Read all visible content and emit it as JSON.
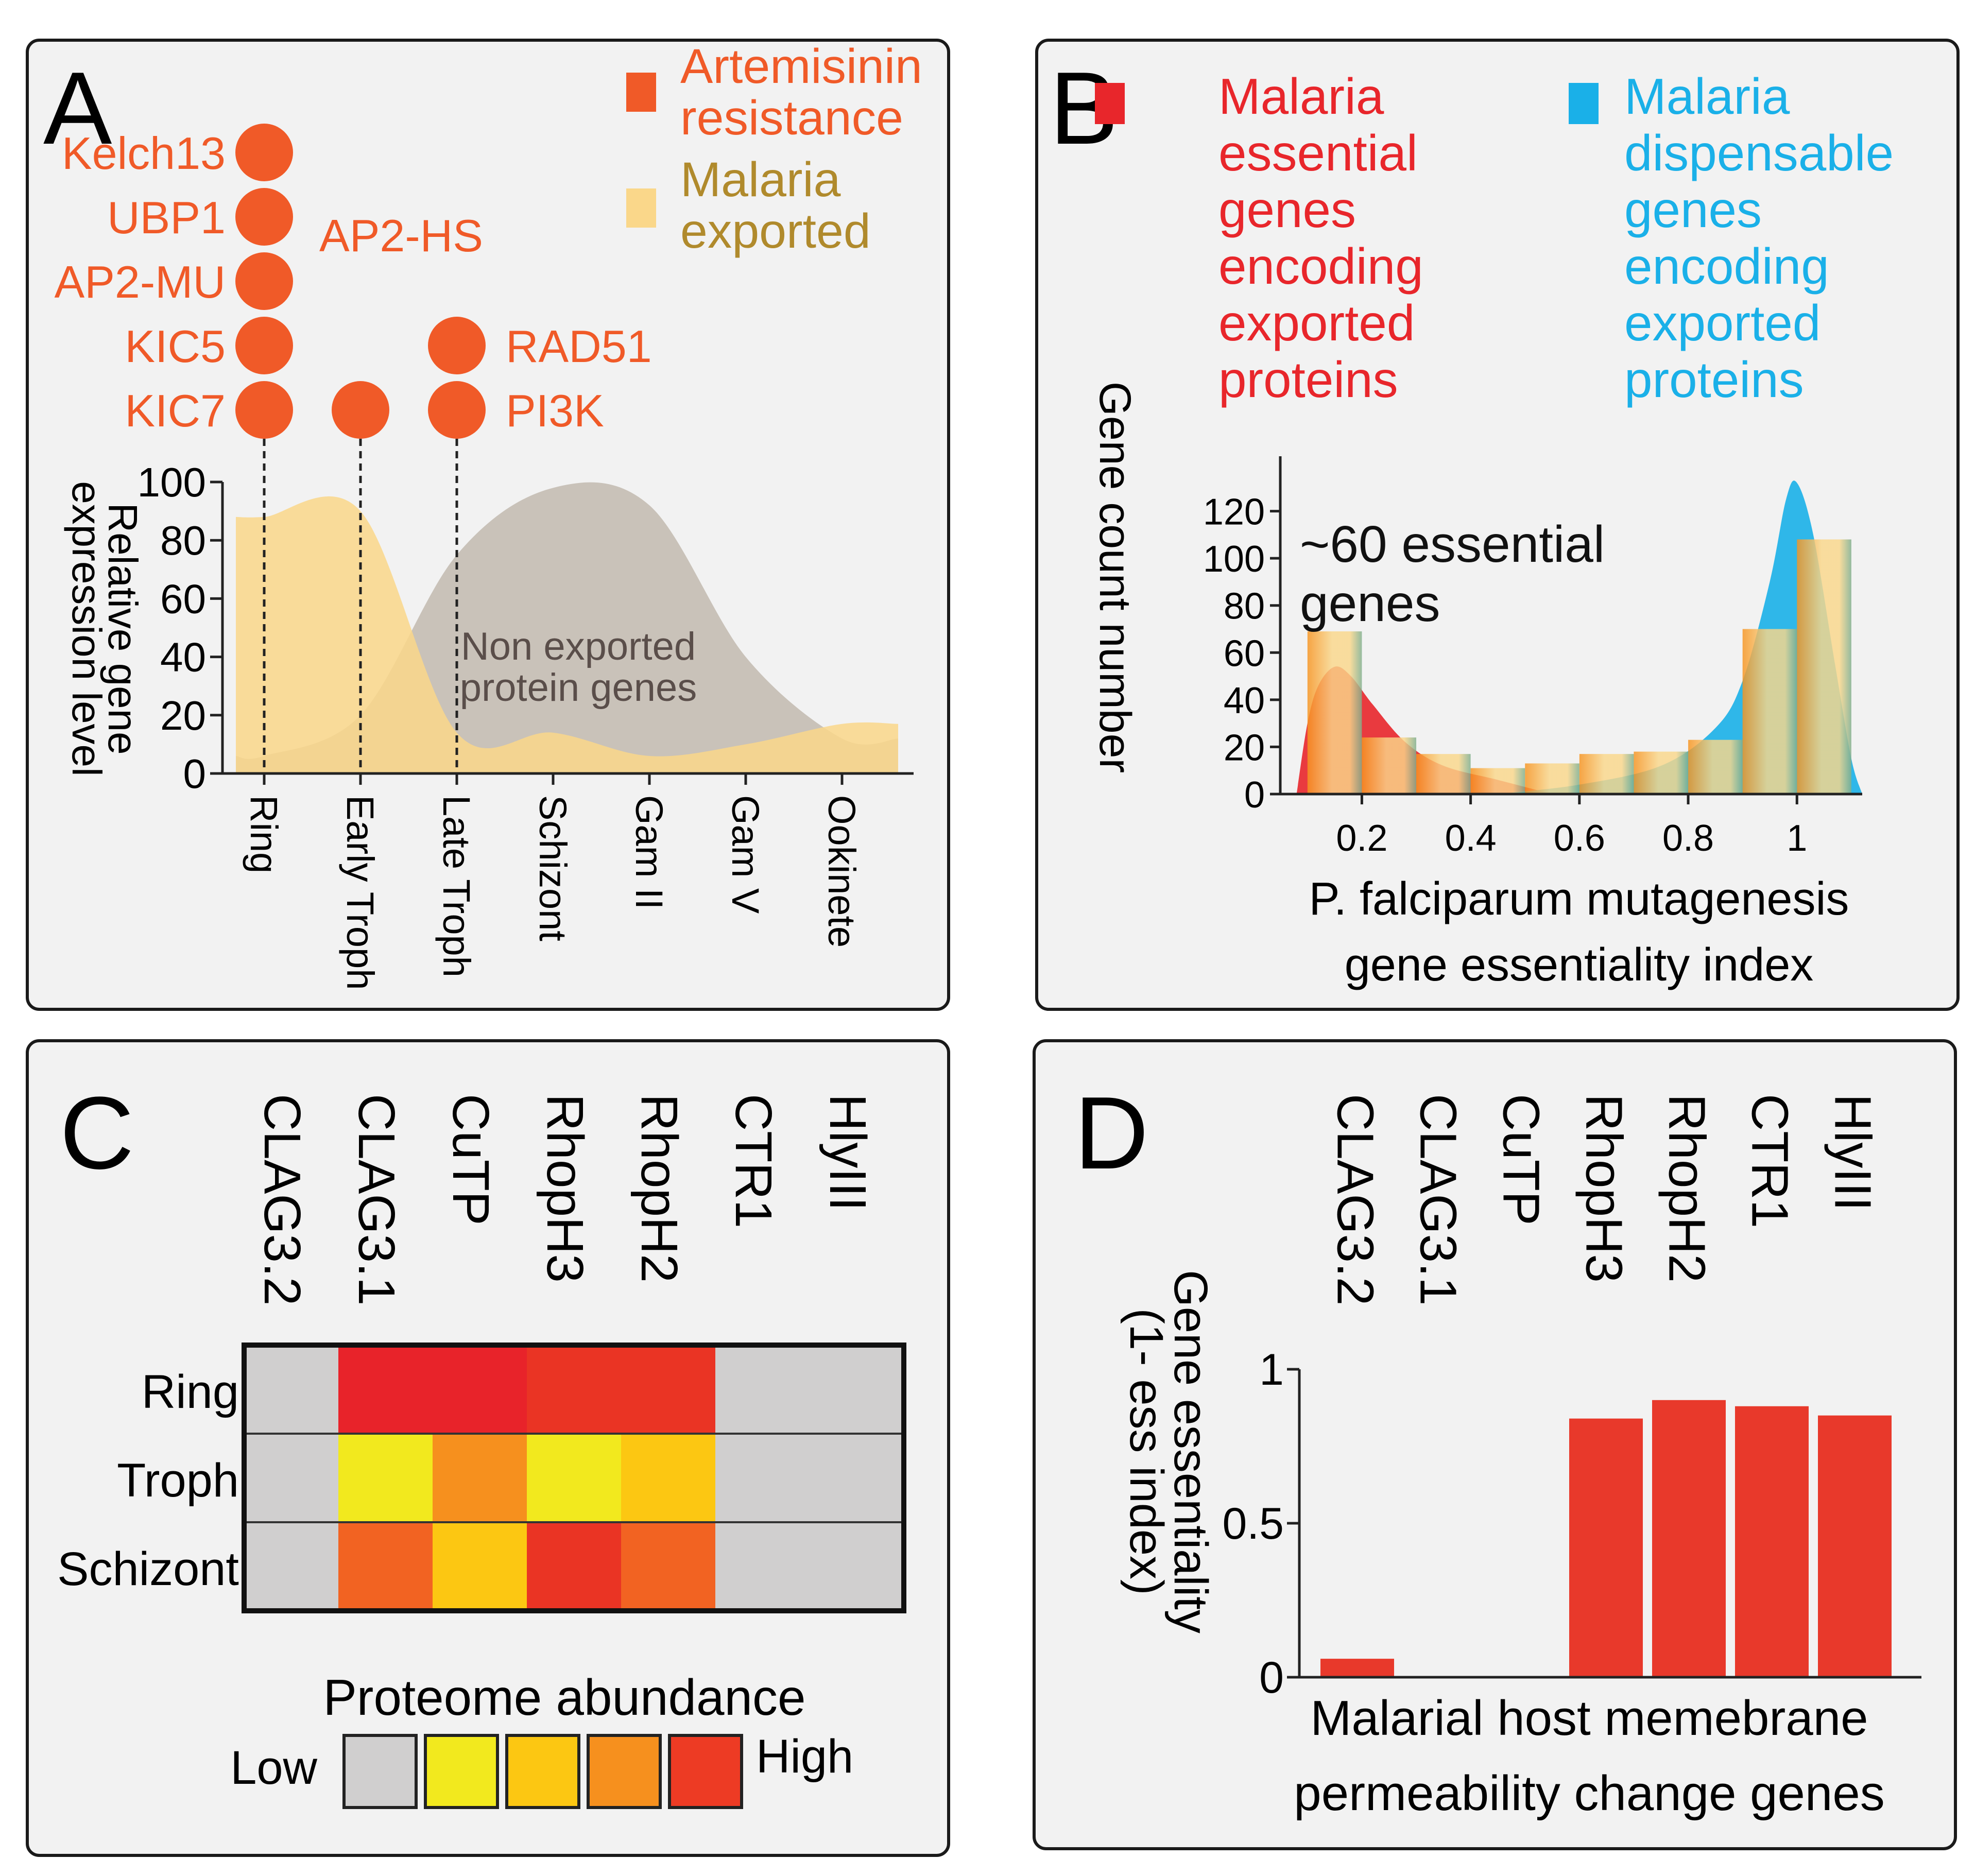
{
  "panels": {
    "A": {
      "letter": "A",
      "legend": [
        {
          "label_lines": [
            "Artemisinin",
            "resistance"
          ],
          "color": "#f05a28",
          "text_color": "#f05a28"
        },
        {
          "label_lines": [
            "Malaria",
            "exported"
          ],
          "color": "#fad78a",
          "text_color": "#b08a2c"
        }
      ],
      "gene_points": [
        {
          "label": "Kelch13",
          "stage": "Ring",
          "side": "left"
        },
        {
          "label": "UBP1",
          "stage": "Ring",
          "side": "left"
        },
        {
          "label": "AP2-MU",
          "stage": "Ring",
          "side": "left"
        },
        {
          "label": "KIC5",
          "stage": "Ring",
          "side": "left"
        },
        {
          "label": "KIC7",
          "stage": "Ring",
          "side": "left"
        },
        {
          "label": "AP2-HS",
          "stage": "Early Troph",
          "side": "above"
        },
        {
          "label": "RAD51",
          "stage": "Late Troph",
          "side": "right"
        },
        {
          "label": "PI3K",
          "stage": "Late Troph",
          "side": "right"
        }
      ],
      "chart_data": {
        "type": "area",
        "x": [
          "Ring",
          "Early Troph",
          "Late Troph",
          "Schizont",
          "Gam II",
          "Gam V",
          "Ookinete"
        ],
        "ylabel": "Relative gene expression level",
        "yticks": [
          0,
          20,
          40,
          60,
          80,
          100
        ],
        "ylim": [
          0,
          100
        ],
        "series": [
          {
            "name": "Malaria exported",
            "color": "#fad78a",
            "values": [
              88,
              90,
              14,
              14,
              6,
              10,
              17
            ]
          },
          {
            "name": "Non exported protein genes",
            "color": "#c4bdb3",
            "values": [
              6,
              20,
              75,
              98,
              92,
              40,
              12
            ]
          }
        ],
        "annotation_lines": [
          "Non exported",
          "protein genes"
        ]
      }
    },
    "B": {
      "letter": "B",
      "legend": [
        {
          "label_lines": [
            "Malaria",
            "essential",
            "genes",
            "encoding",
            "exported",
            "proteins"
          ],
          "color": "#e8262b"
        },
        {
          "label_lines": [
            "Malaria",
            "dispensable",
            "genes",
            "encoding",
            "exported",
            "proteins"
          ],
          "color": "#1ab0e8"
        }
      ],
      "annotation_lines": [
        "~60 essential",
        "genes"
      ],
      "chart_data": {
        "type": "bar",
        "ylabel": "Gene count number",
        "xlabel_lines": [
          "P. falciparum mutagenesis",
          "gene essentiality index"
        ],
        "xticks": [
          0.2,
          0.4,
          0.6,
          0.8,
          1
        ],
        "yticks": [
          0,
          20,
          40,
          60,
          80,
          100,
          120
        ],
        "xlim": [
          0.05,
          1.12
        ],
        "ylim": [
          0,
          140
        ],
        "histogram": {
          "bin_edges": [
            0.1,
            0.2,
            0.3,
            0.4,
            0.5,
            0.6,
            0.7,
            0.8,
            0.9,
            1.0,
            1.1
          ],
          "counts": [
            69,
            24,
            17,
            11,
            13,
            17,
            18,
            23,
            70,
            108
          ],
          "color": "#fad78a"
        },
        "density_curves": [
          {
            "name": "Malaria essential genes encoding exported proteins",
            "color": "#e8262b",
            "x": [
              0.08,
              0.1,
              0.12,
              0.15,
              0.18,
              0.22,
              0.28,
              0.35,
              0.45,
              0.55
            ],
            "y": [
              0,
              30,
              46,
              54,
              50,
              38,
              22,
              12,
              6,
              0
            ]
          },
          {
            "name": "Malaria dispensable genes encoding exported proteins",
            "color": "#1ab0e8",
            "x": [
              0.45,
              0.6,
              0.75,
              0.85,
              0.9,
              0.95,
              0.98,
              1.0,
              1.03,
              1.07,
              1.1,
              1.12
            ],
            "y": [
              0,
              4,
              12,
              28,
              48,
              90,
              125,
              132,
              110,
              55,
              15,
              0
            ]
          }
        ]
      }
    },
    "C": {
      "letter": "C",
      "columns": [
        "CLAG3.2",
        "CLAG3.1",
        "CuTP",
        "RhopH3",
        "RhopH2",
        "CTR1",
        "HlyIII"
      ],
      "rows": [
        "Ring",
        "Troph",
        "Schizont"
      ],
      "legend_title": "Proteome abundance",
      "legend_low": "Low",
      "legend_high": "High",
      "scale_colors": [
        "#d0cfcf",
        "#f2e91e",
        "#fcc712",
        "#f6901e",
        "#ed3b24"
      ],
      "chart_data": {
        "type": "heatmap",
        "columns": [
          "CLAG3.2",
          "CLAG3.1",
          "CuTP",
          "RhopH3",
          "RhopH2",
          "CTR1",
          "HlyIII"
        ],
        "rows": [
          "Ring",
          "Troph",
          "Schizont"
        ],
        "values": [
          [
            0,
            4,
            4,
            4,
            4,
            0,
            0
          ],
          [
            0,
            1,
            3,
            1,
            2,
            0,
            0
          ],
          [
            0,
            3,
            2,
            4,
            3,
            0,
            0
          ]
        ],
        "cell_colors": [
          [
            "#d0cfcf",
            "#e8232a",
            "#e8232a",
            "#ea3424",
            "#ea3424",
            "#d0cfcf",
            "#d0cfcf"
          ],
          [
            "#d0cfcf",
            "#f2e91e",
            "#f6901e",
            "#f2e91e",
            "#fcc712",
            "#d0cfcf",
            "#d0cfcf"
          ],
          [
            "#d0cfcf",
            "#f26322",
            "#fcc712",
            "#ea3424",
            "#f26322",
            "#d0cfcf",
            "#d0cfcf"
          ]
        ]
      }
    },
    "D": {
      "letter": "D",
      "chart_data": {
        "type": "bar",
        "categories": [
          "CLAG3.2",
          "CLAG3.1",
          "CuTP",
          "RhopH3",
          "RhopH2",
          "CTR1",
          "HlyIII"
        ],
        "values": [
          0.06,
          0,
          0,
          0.84,
          0.9,
          0.88,
          0.85
        ],
        "ylabel_lines": [
          "Gene essentiality",
          "(1- ess index)"
        ],
        "xlabel_lines": [
          "Malarial host memebrane",
          "permeability change genes"
        ],
        "yticks": [
          0,
          0.5,
          1
        ],
        "ylim": [
          0,
          1
        ],
        "color": "#e8392b"
      }
    }
  }
}
